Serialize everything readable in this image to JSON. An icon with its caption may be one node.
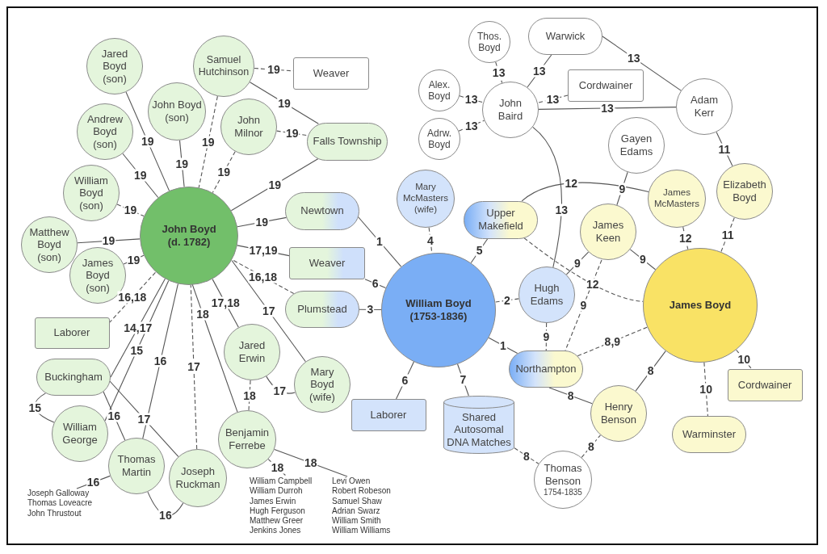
{
  "diagram": {
    "nodes": [
      {
        "text": [
          "John Boyd (d. 1782)"
        ]
      },
      {
        "text": [
          "Jared Boyd (son)"
        ]
      },
      {
        "text": [
          "Samuel Hutchinson"
        ]
      },
      {
        "text": [
          "Weaver"
        ]
      },
      {
        "text": [
          "John Boyd (son)"
        ]
      },
      {
        "text": [
          "Andrew Boyd (son)"
        ]
      },
      {
        "text": [
          "John Milnor"
        ]
      },
      {
        "text": [
          "Falls Township"
        ]
      },
      {
        "text": [
          "William Boyd (son)"
        ]
      },
      {
        "text": [
          "Newtown"
        ]
      },
      {
        "text": [
          "Matthew Boyd (son)"
        ]
      },
      {
        "text": [
          "Weaver"
        ]
      },
      {
        "text": [
          "James Boyd (son)"
        ]
      },
      {
        "text": [
          "Laborer"
        ]
      },
      {
        "text": [
          "Plumstead"
        ]
      },
      {
        "text": [
          "Jared Erwin"
        ]
      },
      {
        "text": [
          "Mary Boyd (wife)"
        ]
      },
      {
        "text": [
          "Buckingham"
        ]
      },
      {
        "text": [
          "William George"
        ]
      },
      {
        "text": [
          "Thomas Martin"
        ]
      },
      {
        "text": [
          "Joseph Ruckman"
        ]
      },
      {
        "text": [
          "Benjamin Ferrebe"
        ]
      },
      {
        "text": [
          "Joseph Galloway",
          "Thomas Loveacre",
          "John Thrustout"
        ]
      },
      {
        "text": [
          "William Campbell",
          "William Durroh",
          "James Erwin",
          "Hugh Ferguson",
          "Matthew Greer",
          "Jenkins Jones"
        ]
      },
      {
        "text": [
          "Levi Owen",
          "Robert Robeson",
          "Samuel Shaw",
          "Adrian Swarz",
          "William Smith",
          "William Williams"
        ]
      },
      {
        "text": [
          "William Boyd (1753-1836)"
        ]
      },
      {
        "text": [
          "Mary McMasters (wife)"
        ]
      },
      {
        "text": [
          "Upper Makefield"
        ]
      },
      {
        "text": [
          "Hugh Edams"
        ]
      },
      {
        "text": [
          "Northampton"
        ]
      },
      {
        "text": [
          "Laborer"
        ]
      },
      {
        "text": [
          "Shared Autosomal DNA Matches"
        ]
      },
      {
        "text": [
          "Thomas Benson",
          "1754-1835"
        ]
      },
      {
        "text": [
          "Henry Benson"
        ]
      },
      {
        "text": [
          "James Boyd"
        ]
      },
      {
        "text": [
          "Cordwainer"
        ]
      },
      {
        "text": [
          "Warminster"
        ]
      },
      {
        "text": [
          "James Keen"
        ]
      },
      {
        "text": [
          "James McMasters"
        ]
      },
      {
        "text": [
          "Elizabeth Boyd"
        ]
      },
      {
        "text": [
          "Gayen Edams"
        ]
      },
      {
        "text": [
          "John Baird"
        ]
      },
      {
        "text": [
          "Thos. Boyd"
        ]
      },
      {
        "text": [
          "Warwick"
        ]
      },
      {
        "text": [
          "Alex. Boyd"
        ]
      },
      {
        "text": [
          "Cordwainer"
        ]
      },
      {
        "text": [
          "Adam Kerr"
        ]
      },
      {
        "text": [
          "Adrw. Boyd"
        ]
      }
    ],
    "edges": [
      {
        "from": 1,
        "to": 0,
        "arrow": "none",
        "label": "19"
      },
      {
        "from": 4,
        "to": 0,
        "arrow": "none",
        "label": "19"
      },
      {
        "from": 2,
        "to": 0,
        "arrow": "none",
        "label": "19",
        "style": "dashed"
      },
      {
        "from": 5,
        "to": 0,
        "arrow": "none",
        "label": "19"
      },
      {
        "from": 6,
        "to": 0,
        "arrow": "none",
        "label": "19",
        "style": "dashed"
      },
      {
        "from": 8,
        "to": 0,
        "arrow": "none",
        "label": "19",
        "style": "dashed"
      },
      {
        "from": 10,
        "to": 0,
        "arrow": "none",
        "label": "19"
      },
      {
        "from": 12,
        "to": 0,
        "arrow": "none",
        "label": "19"
      },
      {
        "from": 2,
        "to": 3,
        "arrow": "none",
        "label": "19",
        "style": "dashed"
      },
      {
        "from": 2,
        "to": 7,
        "arrow": "none",
        "label": "19"
      },
      {
        "from": 6,
        "to": 7,
        "arrow": "none",
        "label": "19",
        "style": "dashed"
      },
      {
        "from": 7,
        "to": 0,
        "arrow": "none",
        "label": "19"
      },
      {
        "from": 9,
        "to": 0,
        "arrow": "none",
        "label": "19"
      },
      {
        "from": 11,
        "to": 0,
        "arrow": "none",
        "label": "17,19"
      },
      {
        "from": 14,
        "to": 0,
        "arrow": "none",
        "label": "16,18",
        "style": "dashed"
      },
      {
        "from": 13,
        "to": 0,
        "arrow": "none",
        "label": "16,18",
        "style": "dashed"
      },
      {
        "from": 17,
        "to": 0,
        "arrow": "none",
        "label": "14,17"
      },
      {
        "from": 18,
        "to": 0,
        "arrow": "none",
        "label": "15"
      },
      {
        "from": 19,
        "to": 0,
        "arrow": "none",
        "label": "16"
      },
      {
        "from": 20,
        "to": 0,
        "arrow": "none",
        "label": "17",
        "style": "dashed"
      },
      {
        "from": 21,
        "to": 0,
        "arrow": "none",
        "label": "18"
      },
      {
        "from": 15,
        "to": 0,
        "arrow": "none",
        "label": "17,18"
      },
      {
        "from": 16,
        "to": 0,
        "arrow": "none",
        "label": "17"
      },
      {
        "from": 15,
        "to": 21,
        "arrow": "none",
        "label": "18",
        "style": "dashed"
      },
      {
        "from": 15,
        "to": 16,
        "arrow": "none",
        "label": "17"
      },
      {
        "from": 17,
        "to": 18,
        "arrow": "none",
        "label": "15"
      },
      {
        "from": 17,
        "to": 19,
        "arrow": "none",
        "label": "16"
      },
      {
        "from": 17,
        "to": 20,
        "arrow": "none",
        "label": "17"
      },
      {
        "from": 19,
        "to": 20,
        "arrow": "none",
        "label": "16"
      },
      {
        "from": 19,
        "to": 22,
        "arrow": "none",
        "label": "16"
      },
      {
        "from": 21,
        "to": 23,
        "arrow": "none",
        "label": "18",
        "style": "dashed"
      },
      {
        "from": 21,
        "to": 24,
        "arrow": "none",
        "label": "18"
      },
      {
        "from": 9,
        "to": 25,
        "arrow": "none",
        "label": "1"
      },
      {
        "from": 11,
        "to": 25,
        "arrow": "none",
        "label": "6"
      },
      {
        "from": 14,
        "to": 25,
        "arrow": "none",
        "label": "3"
      },
      {
        "from": 26,
        "to": 25,
        "arrow": "none",
        "label": "4",
        "style": "dashed"
      },
      {
        "from": 27,
        "to": 25,
        "arrow": "none",
        "label": "5"
      },
      {
        "from": 28,
        "to": 25,
        "arrow": "none",
        "label": "2",
        "style": "dashed"
      },
      {
        "from": 29,
        "to": 25,
        "arrow": "none",
        "label": "1"
      },
      {
        "from": 30,
        "to": 25,
        "arrow": "none",
        "label": "6"
      },
      {
        "from": 31,
        "to": 25,
        "arrow": "none",
        "label": "7"
      },
      {
        "from": 31,
        "to": 32,
        "arrow": "none",
        "label": "8",
        "style": "dashed"
      },
      {
        "from": 32,
        "to": 33,
        "arrow": "none",
        "label": "8",
        "style": "dashed"
      },
      {
        "from": 29,
        "to": 33,
        "arrow": "none",
        "label": "8"
      },
      {
        "from": 33,
        "to": 34,
        "arrow": "none",
        "label": "8"
      },
      {
        "from": 29,
        "to": 34,
        "arrow": "none",
        "label": "8,9",
        "style": "dashed"
      },
      {
        "from": 28,
        "to": 29,
        "arrow": "none",
        "label": "9",
        "style": "dashed"
      },
      {
        "from": 28,
        "to": 37,
        "arrow": "none",
        "label": "9"
      },
      {
        "from": 37,
        "to": 29,
        "arrow": "none",
        "label": "9",
        "style": "dashed"
      },
      {
        "from": 37,
        "to": 34,
        "arrow": "none",
        "label": "9"
      },
      {
        "from": 40,
        "to": 37,
        "arrow": "none",
        "label": "9"
      },
      {
        "from": 27,
        "to": 34,
        "arrow": "none",
        "label": "12",
        "style": "dashed"
      },
      {
        "from": 27,
        "to": 38,
        "arrow": "none",
        "label": "12"
      },
      {
        "from": 38,
        "to": 34,
        "arrow": "none",
        "label": "12",
        "style": "dashed"
      },
      {
        "from": 39,
        "to": 34,
        "arrow": "none",
        "label": "11",
        "style": "dashed"
      },
      {
        "from": 46,
        "to": 39,
        "arrow": "none",
        "label": "11"
      },
      {
        "from": 34,
        "to": 35,
        "arrow": "none",
        "label": "10",
        "style": "dashed"
      },
      {
        "from": 34,
        "to": 36,
        "arrow": "none",
        "label": "10",
        "style": "dashed"
      },
      {
        "from": 41,
        "to": 28,
        "arrow": "none",
        "label": "13"
      },
      {
        "from": 42,
        "to": 41,
        "arrow": "none",
        "label": "13",
        "style": "dashed"
      },
      {
        "from": 43,
        "to": 41,
        "arrow": "none",
        "label": "13"
      },
      {
        "from": 44,
        "to": 41,
        "arrow": "none",
        "label": "13",
        "style": "dashed"
      },
      {
        "from": 45,
        "to": 41,
        "arrow": "none",
        "label": "13",
        "style": "dashed"
      },
      {
        "from": 47,
        "to": 41,
        "arrow": "none",
        "label": "13",
        "style": "dashed"
      },
      {
        "from": 41,
        "to": 46,
        "arrow": "none",
        "label": "13"
      },
      {
        "from": 43,
        "to": 46,
        "arrow": "none",
        "label": "13"
      }
    ]
  }
}
